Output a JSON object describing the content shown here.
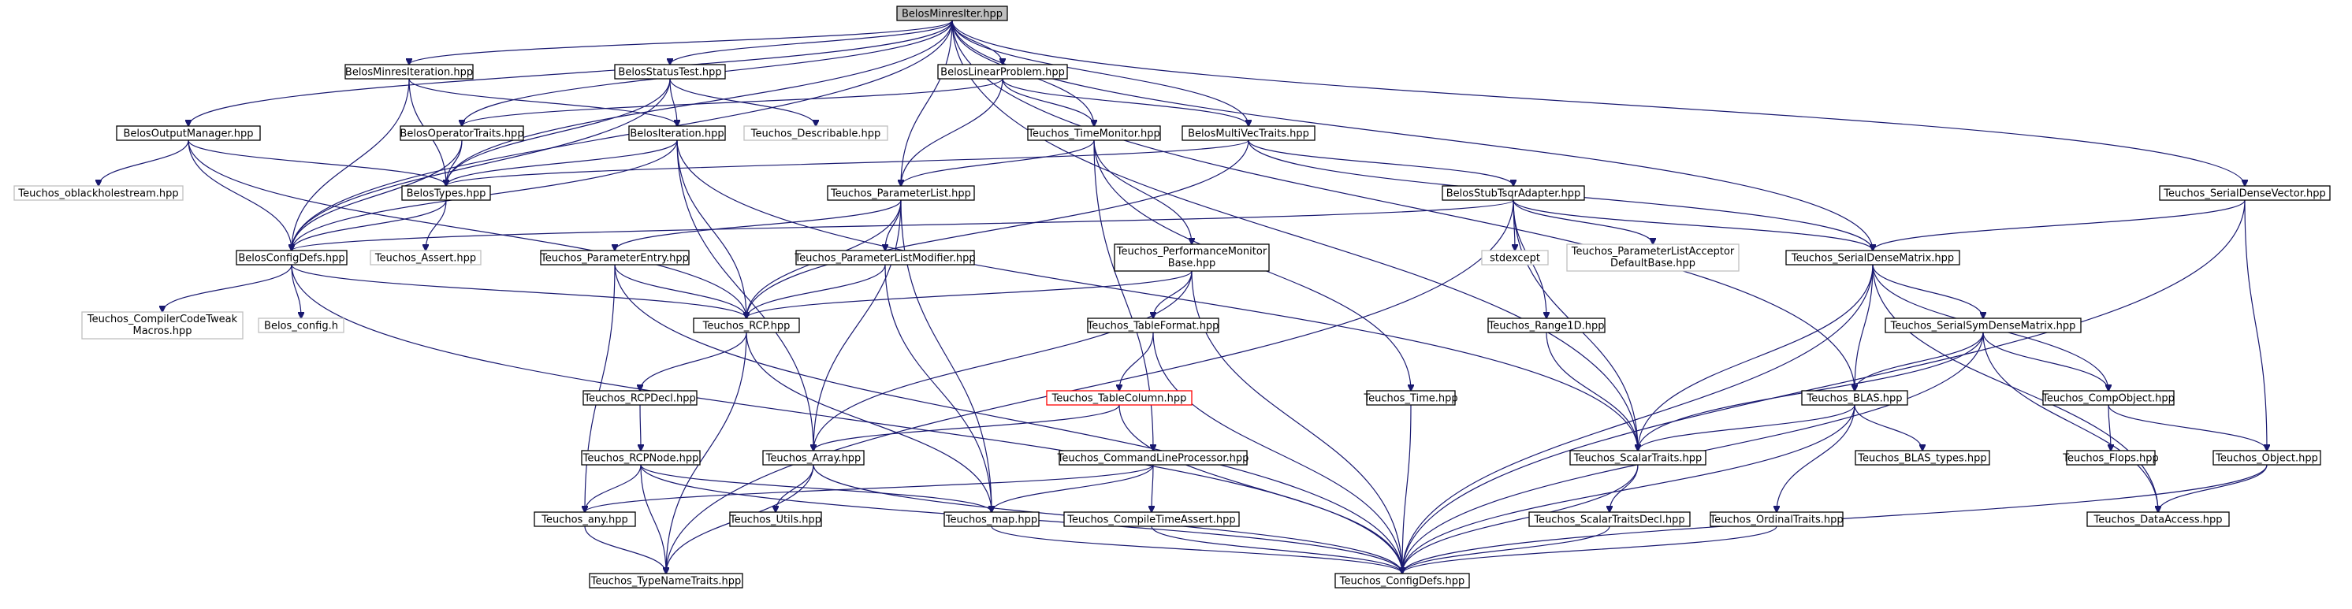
{
  "diagram": {
    "type": "include-dependency-graph",
    "nodes": [
      {
        "id": "root",
        "label": [
          "BelosMinresIter.hpp"
        ],
        "style": "root"
      },
      {
        "id": "minresiteration",
        "label": [
          "BelosMinresIteration.hpp"
        ]
      },
      {
        "id": "statustest",
        "label": [
          "BelosStatusTest.hpp"
        ]
      },
      {
        "id": "linearproblem",
        "label": [
          "BelosLinearProblem.hpp"
        ]
      },
      {
        "id": "outputmanager",
        "label": [
          "BelosOutputManager.hpp"
        ]
      },
      {
        "id": "operatortraits",
        "label": [
          "BelosOperatorTraits.hpp"
        ]
      },
      {
        "id": "iteration",
        "label": [
          "BelosIteration.hpp"
        ]
      },
      {
        "id": "describable",
        "label": [
          "Teuchos_Describable.hpp"
        ],
        "style": "ext"
      },
      {
        "id": "timemonitor",
        "label": [
          "Teuchos_TimeMonitor.hpp"
        ]
      },
      {
        "id": "multivectraits",
        "label": [
          "BelosMultiVecTraits.hpp"
        ]
      },
      {
        "id": "oblackhole",
        "label": [
          "Teuchos_oblackholestream.hpp"
        ],
        "style": "ext"
      },
      {
        "id": "types",
        "label": [
          "BelosTypes.hpp"
        ]
      },
      {
        "id": "paramlist",
        "label": [
          "Teuchos_ParameterList.hpp"
        ]
      },
      {
        "id": "stubtsqr",
        "label": [
          "BelosStubTsqrAdapter.hpp"
        ]
      },
      {
        "id": "serialdensevector",
        "label": [
          "Teuchos_SerialDenseVector.hpp"
        ]
      },
      {
        "id": "configdefs",
        "label": [
          "BelosConfigDefs.hpp"
        ]
      },
      {
        "id": "assert",
        "label": [
          "Teuchos_Assert.hpp"
        ],
        "style": "ext"
      },
      {
        "id": "paramentry",
        "label": [
          "Teuchos_ParameterEntry.hpp"
        ]
      },
      {
        "id": "paramlistmod",
        "label": [
          "Teuchos_ParameterListModifier.hpp"
        ]
      },
      {
        "id": "perfmon",
        "label": [
          "Teuchos_PerformanceMonitor",
          "Base.hpp"
        ]
      },
      {
        "id": "stdexcept",
        "label": [
          "stdexcept"
        ],
        "style": "ext"
      },
      {
        "id": "plistacceptor",
        "label": [
          "Teuchos_ParameterListAcceptor",
          "DefaultBase.hpp"
        ],
        "style": "ext"
      },
      {
        "id": "serialdensematrix",
        "label": [
          "Teuchos_SerialDenseMatrix.hpp"
        ]
      },
      {
        "id": "compilercode",
        "label": [
          "Teuchos_CompilerCodeTweak",
          "Macros.hpp"
        ],
        "style": "ext"
      },
      {
        "id": "belosconfigh",
        "label": [
          "Belos_config.h"
        ],
        "style": "ext"
      },
      {
        "id": "rcp",
        "label": [
          "Teuchos_RCP.hpp"
        ]
      },
      {
        "id": "tableformat",
        "label": [
          "Teuchos_TableFormat.hpp"
        ]
      },
      {
        "id": "range1d",
        "label": [
          "Teuchos_Range1D.hpp"
        ]
      },
      {
        "id": "serialsym",
        "label": [
          "Teuchos_SerialSymDenseMatrix.hpp"
        ]
      },
      {
        "id": "rcpdecl",
        "label": [
          "Teuchos_RCPDecl.hpp"
        ]
      },
      {
        "id": "tablecolumn",
        "label": [
          "Teuchos_TableColumn.hpp"
        ],
        "style": "red"
      },
      {
        "id": "time",
        "label": [
          "Teuchos_Time.hpp"
        ]
      },
      {
        "id": "blas",
        "label": [
          "Teuchos_BLAS.hpp"
        ]
      },
      {
        "id": "compobject",
        "label": [
          "Teuchos_CompObject.hpp"
        ]
      },
      {
        "id": "rcpnode",
        "label": [
          "Teuchos_RCPNode.hpp"
        ]
      },
      {
        "id": "array",
        "label": [
          "Teuchos_Array.hpp"
        ]
      },
      {
        "id": "cmdline",
        "label": [
          "Teuchos_CommandLineProcessor.hpp"
        ]
      },
      {
        "id": "scalartraits",
        "label": [
          "Teuchos_ScalarTraits.hpp"
        ]
      },
      {
        "id": "blastypes",
        "label": [
          "Teuchos_BLAS_types.hpp"
        ]
      },
      {
        "id": "flops",
        "label": [
          "Teuchos_Flops.hpp"
        ]
      },
      {
        "id": "object",
        "label": [
          "Teuchos_Object.hpp"
        ]
      },
      {
        "id": "any",
        "label": [
          "Teuchos_any.hpp"
        ]
      },
      {
        "id": "utils",
        "label": [
          "Teuchos_Utils.hpp"
        ]
      },
      {
        "id": "map",
        "label": [
          "Teuchos_map.hpp"
        ]
      },
      {
        "id": "compiletime",
        "label": [
          "Teuchos_CompileTimeAssert.hpp"
        ]
      },
      {
        "id": "scalartraitsdecl",
        "label": [
          "Teuchos_ScalarTraitsDecl.hpp"
        ]
      },
      {
        "id": "ordinaltraits",
        "label": [
          "Teuchos_OrdinalTraits.hpp"
        ]
      },
      {
        "id": "dataaccess",
        "label": [
          "Teuchos_DataAccess.hpp"
        ]
      },
      {
        "id": "typenametraits",
        "label": [
          "Teuchos_TypeNameTraits.hpp"
        ]
      },
      {
        "id": "tconfigdefs",
        "label": [
          "Teuchos_ConfigDefs.hpp"
        ]
      }
    ],
    "edges": [
      [
        "root",
        "minresiteration"
      ],
      [
        "root",
        "statustest"
      ],
      [
        "root",
        "linearproblem"
      ],
      [
        "root",
        "outputmanager"
      ],
      [
        "root",
        "operatortraits"
      ],
      [
        "root",
        "timemonitor"
      ],
      [
        "root",
        "multivectraits"
      ],
      [
        "root",
        "types"
      ],
      [
        "root",
        "paramlist"
      ],
      [
        "root",
        "serialdensevector"
      ],
      [
        "root",
        "configdefs"
      ],
      [
        "root",
        "serialdensematrix"
      ],
      [
        "root",
        "blas"
      ],
      [
        "root",
        "scalartraits"
      ],
      [
        "minresiteration",
        "iteration"
      ],
      [
        "minresiteration",
        "types"
      ],
      [
        "minresiteration",
        "configdefs"
      ],
      [
        "statustest",
        "iteration"
      ],
      [
        "statustest",
        "types"
      ],
      [
        "statustest",
        "configdefs"
      ],
      [
        "statustest",
        "describable"
      ],
      [
        "linearproblem",
        "operatortraits"
      ],
      [
        "linearproblem",
        "timemonitor"
      ],
      [
        "linearproblem",
        "multivectraits"
      ],
      [
        "linearproblem",
        "paramlist"
      ],
      [
        "outputmanager",
        "oblackhole"
      ],
      [
        "outputmanager",
        "types"
      ],
      [
        "outputmanager",
        "configdefs"
      ],
      [
        "outputmanager",
        "rcp"
      ],
      [
        "operatortraits",
        "types"
      ],
      [
        "operatortraits",
        "configdefs"
      ],
      [
        "iteration",
        "types"
      ],
      [
        "iteration",
        "configdefs"
      ],
      [
        "iteration",
        "rcp"
      ],
      [
        "iteration",
        "array"
      ],
      [
        "iteration",
        "scalartraits"
      ],
      [
        "timemonitor",
        "paramlist"
      ],
      [
        "timemonitor",
        "perfmon"
      ],
      [
        "timemonitor",
        "time"
      ],
      [
        "timemonitor",
        "cmdline"
      ],
      [
        "multivectraits",
        "types"
      ],
      [
        "multivectraits",
        "stubtsqr"
      ],
      [
        "multivectraits",
        "serialdensematrix"
      ],
      [
        "multivectraits",
        "rcp"
      ],
      [
        "types",
        "configdefs"
      ],
      [
        "types",
        "assert"
      ],
      [
        "paramlist",
        "paramentry"
      ],
      [
        "paramlist",
        "paramlistmod"
      ],
      [
        "paramlist",
        "rcp"
      ],
      [
        "paramlist",
        "array"
      ],
      [
        "paramlist",
        "map"
      ],
      [
        "stubtsqr",
        "configdefs"
      ],
      [
        "stubtsqr",
        "stdexcept"
      ],
      [
        "stubtsqr",
        "plistacceptor"
      ],
      [
        "stubtsqr",
        "serialdensematrix"
      ],
      [
        "stubtsqr",
        "range1d"
      ],
      [
        "stubtsqr",
        "scalartraits"
      ],
      [
        "stubtsqr",
        "typenametraits"
      ],
      [
        "serialdensevector",
        "serialdensematrix"
      ],
      [
        "serialdensevector",
        "object"
      ],
      [
        "serialdensevector",
        "tconfigdefs"
      ],
      [
        "configdefs",
        "compilercode"
      ],
      [
        "configdefs",
        "belosconfigh"
      ],
      [
        "configdefs",
        "rcp"
      ],
      [
        "configdefs",
        "tconfigdefs"
      ],
      [
        "paramentry",
        "rcp"
      ],
      [
        "paramentry",
        "any"
      ],
      [
        "paramentry",
        "tconfigdefs"
      ],
      [
        "paramlistmod",
        "rcp"
      ],
      [
        "paramlistmod",
        "map"
      ],
      [
        "perfmon",
        "rcp"
      ],
      [
        "perfmon",
        "tableformat"
      ],
      [
        "perfmon",
        "array"
      ],
      [
        "perfmon",
        "tconfigdefs"
      ],
      [
        "serialdensematrix",
        "serialsym"
      ],
      [
        "serialdensematrix",
        "blas"
      ],
      [
        "serialdensematrix",
        "compobject"
      ],
      [
        "serialdensematrix",
        "scalartraits"
      ],
      [
        "serialdensematrix",
        "dataaccess"
      ],
      [
        "serialdensematrix",
        "tconfigdefs"
      ],
      [
        "rcp",
        "rcpdecl"
      ],
      [
        "rcp",
        "map"
      ],
      [
        "rcp",
        "typenametraits"
      ],
      [
        "tableformat",
        "tablecolumn"
      ],
      [
        "tableformat",
        "tconfigdefs"
      ],
      [
        "range1d",
        "scalartraits"
      ],
      [
        "serialsym",
        "blas"
      ],
      [
        "serialsym",
        "compobject"
      ],
      [
        "serialsym",
        "scalartraits"
      ],
      [
        "serialsym",
        "dataaccess"
      ],
      [
        "serialsym",
        "tconfigdefs"
      ],
      [
        "rcpdecl",
        "rcpnode"
      ],
      [
        "tablecolumn",
        "array"
      ],
      [
        "tablecolumn",
        "tconfigdefs"
      ],
      [
        "time",
        "tconfigdefs"
      ],
      [
        "blas",
        "blastypes"
      ],
      [
        "blas",
        "scalartraits"
      ],
      [
        "blas",
        "ordinaltraits"
      ],
      [
        "blas",
        "tconfigdefs"
      ],
      [
        "compobject",
        "flops"
      ],
      [
        "compobject",
        "object"
      ],
      [
        "rcpnode",
        "any"
      ],
      [
        "rcpnode",
        "map"
      ],
      [
        "rcpnode",
        "typenametraits"
      ],
      [
        "rcpnode",
        "tconfigdefs"
      ],
      [
        "array",
        "utils"
      ],
      [
        "array",
        "typenametraits"
      ],
      [
        "array",
        "tconfigdefs"
      ],
      [
        "cmdline",
        "any"
      ],
      [
        "cmdline",
        "map"
      ],
      [
        "cmdline",
        "compiletime"
      ],
      [
        "scalartraits",
        "scalartraitsdecl"
      ],
      [
        "scalartraits",
        "tconfigdefs"
      ],
      [
        "object",
        "dataaccess"
      ],
      [
        "object",
        "tconfigdefs"
      ],
      [
        "any",
        "typenametraits"
      ],
      [
        "map",
        "tconfigdefs"
      ],
      [
        "compiletime",
        "tconfigdefs"
      ],
      [
        "scalartraitsdecl",
        "tconfigdefs"
      ],
      [
        "ordinaltraits",
        "tconfigdefs"
      ]
    ]
  }
}
